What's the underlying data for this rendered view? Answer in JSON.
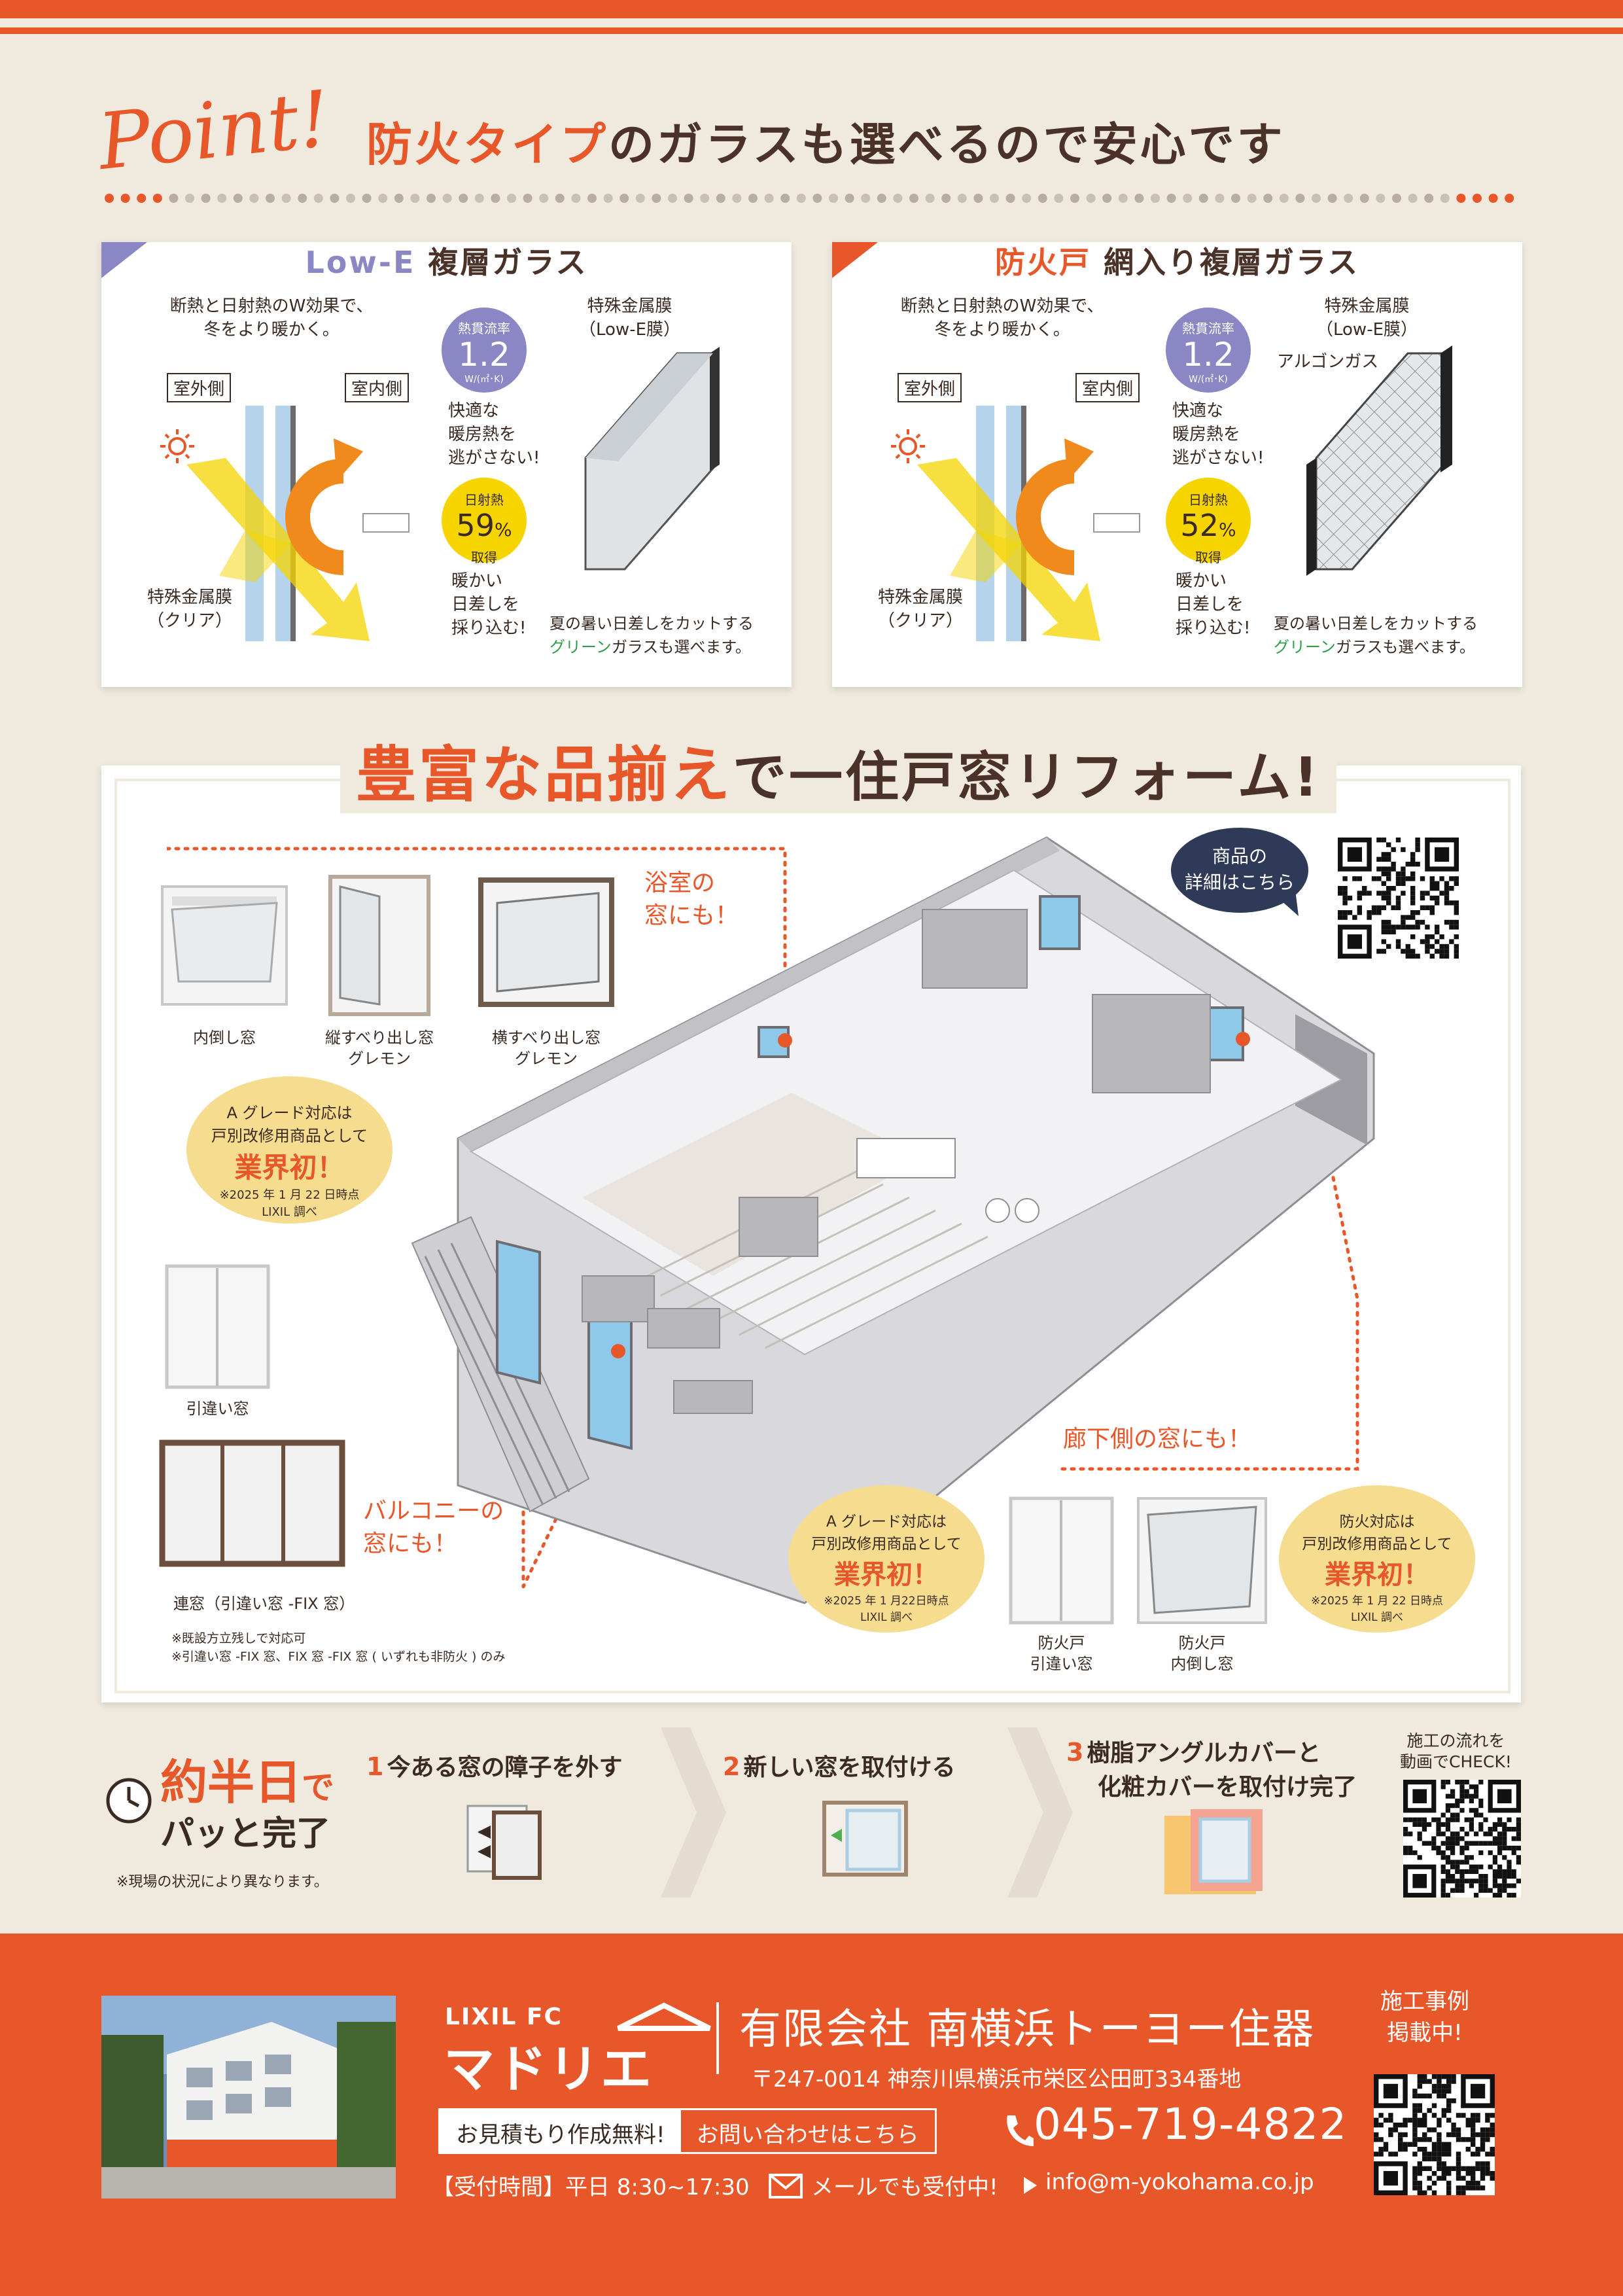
{
  "point_section": {
    "script_word": "Point!",
    "headline_accent": "防火タイプ",
    "headline_rest": "のガラスも選べるので安心です"
  },
  "panels": [
    {
      "title_accent": "Low-E",
      "title_rest": " 複層ガラス",
      "accent_color": "#8b87c4",
      "lead": [
        "断熱と日射熱のW効果で、",
        "冬をより暖かく。"
      ],
      "outside_label": "室外側",
      "inside_label": "室内側",
      "film_label": [
        "特殊金属膜",
        "（クリア）"
      ],
      "heat_badge": {
        "title": "熱貫流率",
        "value": "1.2",
        "unit": "W/(㎡･K)"
      },
      "heat_note": [
        "快適な",
        "暖房熱を",
        "逃がさない!"
      ],
      "solar_badge": {
        "title": "日射熱",
        "value": "59",
        "pct": "%",
        "sub": "取得"
      },
      "solar_note": [
        "暖かい",
        "日差しを",
        "採り込む!"
      ],
      "glass_label": [
        "特殊金属膜",
        "（Low-E膜）"
      ],
      "gas_label": "",
      "summer_note_1": "夏の暑い日差しをカットする",
      "summer_note_green": "グリーン",
      "summer_note_2": "ガラスも選べます。"
    },
    {
      "title_accent": "防火戸",
      "title_rest": " 網入り複層ガラス",
      "accent_color": "#e8572a",
      "lead": [
        "断熱と日射熱のW効果で、",
        "冬をより暖かく。"
      ],
      "outside_label": "室外側",
      "inside_label": "室内側",
      "film_label": [
        "特殊金属膜",
        "（クリア）"
      ],
      "heat_badge": {
        "title": "熱貫流率",
        "value": "1.2",
        "unit": "W/(㎡･K)"
      },
      "heat_note": [
        "快適な",
        "暖房熱を",
        "逃がさない!"
      ],
      "solar_badge": {
        "title": "日射熱",
        "value": "52",
        "pct": "%",
        "sub": "取得"
      },
      "solar_note": [
        "暖かい",
        "日差しを",
        "採り込む!"
      ],
      "glass_label": [
        "特殊金属膜",
        "（Low-E膜）"
      ],
      "gas_label": "アルゴンガス",
      "summer_note_1": "夏の暑い日差しをカットする",
      "summer_note_green": "グリーン",
      "summer_note_2": "ガラスも選べます。"
    }
  ],
  "lineup": {
    "headline_accent": "豊富な品揃え",
    "headline_rest": "で一住戸窓リフォーム!",
    "qr_bubble": [
      "商品の",
      "詳細はこちら"
    ],
    "bath_label": [
      "浴室の",
      "窓にも！"
    ],
    "corridor_label": "廊下側の窓にも！",
    "balcony_label": [
      "バルコニーの",
      "窓にも！"
    ],
    "windows_top": [
      {
        "caption": [
          "内倒し窓"
        ]
      },
      {
        "caption": [
          "縦すべり出し窓",
          "グレモン"
        ]
      },
      {
        "caption": [
          "横すべり出し窓",
          "グレモン"
        ]
      }
    ],
    "window_sliding": "引違い窓",
    "window_combo": "連窓（引違い窓 -FIX 窓）",
    "notes": [
      "※既設方立残しで対応可",
      "※引違い窓 -FIX 窓、FIX 窓 -FIX 窓 ( いずれも非防火 ) のみ"
    ],
    "fire_windows": [
      {
        "caption": [
          "防火戸",
          "引違い窓"
        ]
      },
      {
        "caption": [
          "防火戸",
          "内倒し窓"
        ]
      }
    ],
    "badges": [
      {
        "line1": "A グレード対応は",
        "line2": "戸別改修用商品として",
        "big": "業界初！",
        "note1": "※2025 年 1 月 22 日時点",
        "note2": "LIXIL 調べ"
      },
      {
        "line1": "A グレード対応は",
        "line2": "戸別改修用商品として",
        "big": "業界初！",
        "note1": "※2025 年 1 月22日時点",
        "note2": "LIXIL 調べ"
      },
      {
        "line1": "防火対応は",
        "line2": "戸別改修用商品として",
        "big": "業界初！",
        "note1": "※2025 年 1 月 22 日時点",
        "note2": "LIXIL 調べ"
      }
    ]
  },
  "process": {
    "title_accent": "約半日",
    "title_de": "で",
    "title_rest": "パッと完了",
    "note": "※現場の状況により異なります。",
    "steps": [
      {
        "num": "1",
        "label": [
          "今ある窓の障子を外す"
        ]
      },
      {
        "num": "2",
        "label": [
          "新しい窓を取付ける"
        ]
      },
      {
        "num": "3",
        "label": [
          "樹脂アングルカバーと",
          "化粧カバーを取付け完了"
        ]
      }
    ],
    "video_label": [
      "施工の流れを",
      "動画でCHECK!"
    ]
  },
  "footer": {
    "brand_small": "LIXIL FC",
    "brand_big": "マドリエ",
    "company": "有限会社 南横浜トーヨー住器",
    "address": "〒247-0014 神奈川県横浜市栄区公田町334番地",
    "estimate_btn": "お見積もり作成無料!",
    "contact_btn": "お問い合わせはこちら",
    "phone": "045-719-4822",
    "hours": "【受付時間】平日 8:30~17:30",
    "mail_note": "メールでも受付中!",
    "email": "info@m-yokohama.co.jp",
    "cases_label": [
      "施工事例",
      "掲載中!"
    ]
  }
}
